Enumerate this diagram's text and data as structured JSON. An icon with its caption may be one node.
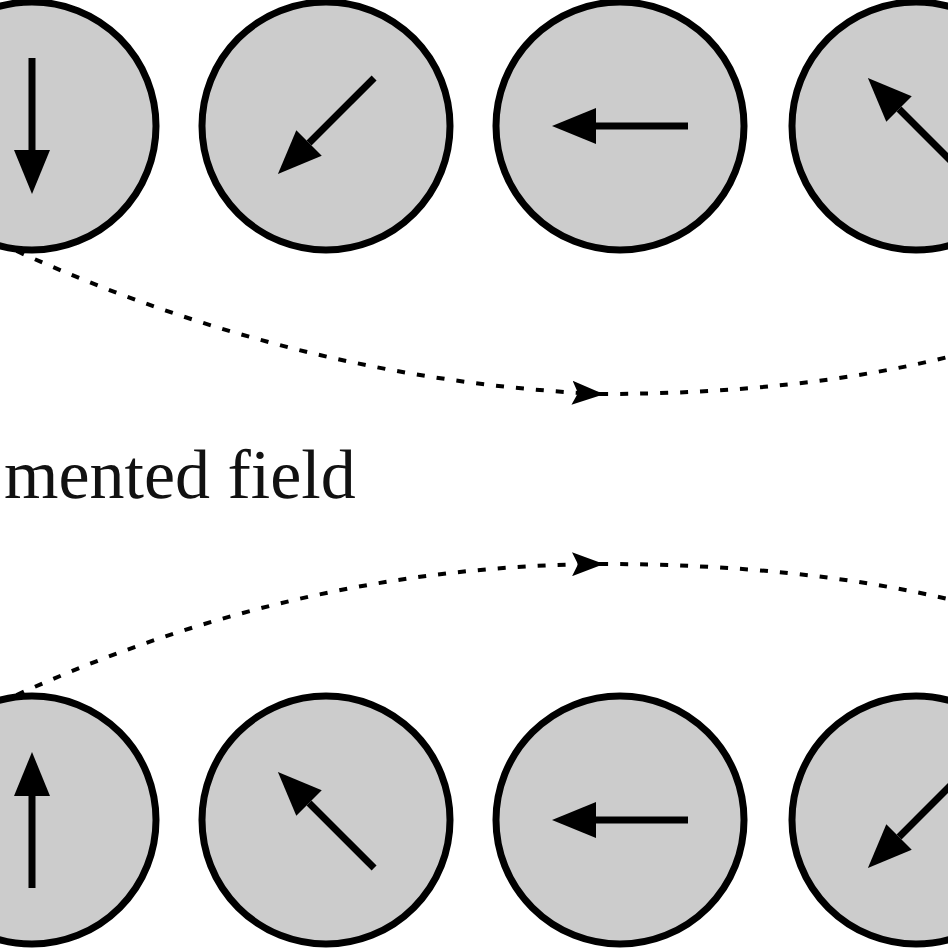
{
  "diagram": {
    "nodes": [
      {
        "text": [],
        "shape": "circle"
      },
      {
        "text": [],
        "shape": "circle"
      },
      {
        "text": [],
        "shape": "circle"
      },
      {
        "text": [],
        "shape": "circle"
      },
      {
        "text": [],
        "shape": "circle"
      },
      {
        "text": [],
        "shape": "circle"
      },
      {
        "text": [],
        "shape": "circle"
      },
      {
        "text": [],
        "shape": "circle"
      }
    ],
    "edges": [
      {
        "from": 0,
        "to": null,
        "arrow": "to",
        "style": "dashed"
      },
      {
        "from": 4,
        "to": null,
        "arrow": "to",
        "style": "dashed"
      }
    ],
    "labels": [
      "mented field"
    ]
  }
}
